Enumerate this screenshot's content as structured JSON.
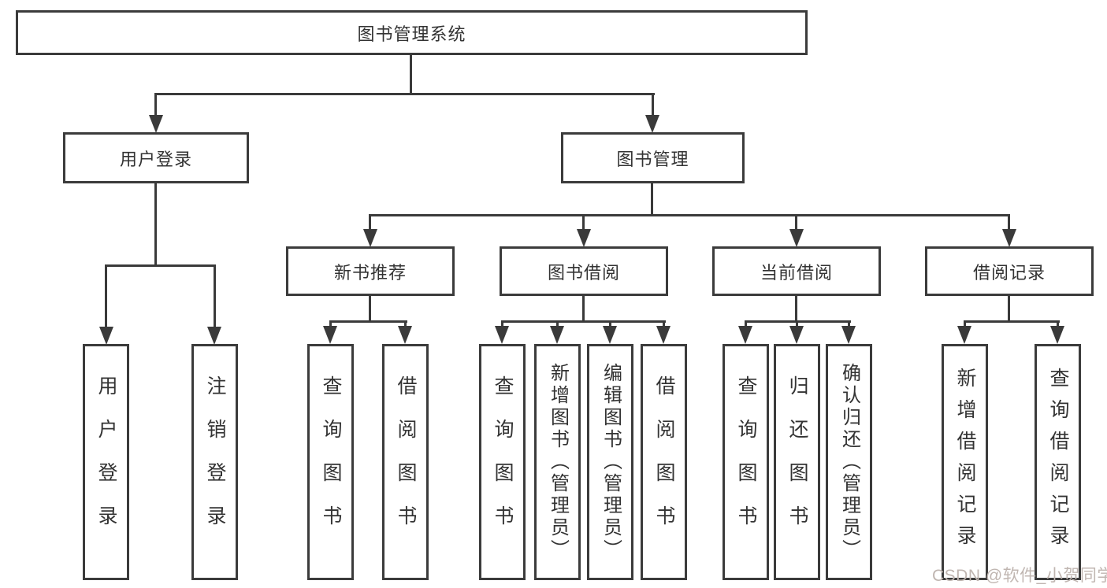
{
  "nodes": {
    "root": "图书管理系统",
    "user_login": "用户登录",
    "book_management": "图书管理",
    "new_book_recommend": "新书推荐",
    "book_borrowing": "图书借阅",
    "current_borrowing": "当前借阅",
    "borrow_records": "借阅记录",
    "leaf_user_login": "用户登录",
    "leaf_logout": "注销登录",
    "leaf_query_books_1": "查询图书",
    "leaf_borrow_books_1": "借阅图书",
    "leaf_query_books_2": "查询图书",
    "leaf_add_book_admin": "新增图书（管理员）",
    "leaf_edit_book_admin": "编辑图书（管理员）",
    "leaf_borrow_books_2": "借阅图书",
    "leaf_query_books_3": "查询图书",
    "leaf_return_books": "归还图书",
    "leaf_confirm_return_admin": "确认归还（管理员）",
    "leaf_add_borrow_record": "新增借阅记录",
    "leaf_query_borrow_record": "查询借阅记录"
  },
  "watermark": "CSDN @软件_小贺同学",
  "colors": {
    "background": "#ffffff",
    "box_border": "#3b3b3b",
    "connector_line": "#3a3a3a",
    "text": "#333333",
    "watermark_text": "#c0b6b1"
  }
}
